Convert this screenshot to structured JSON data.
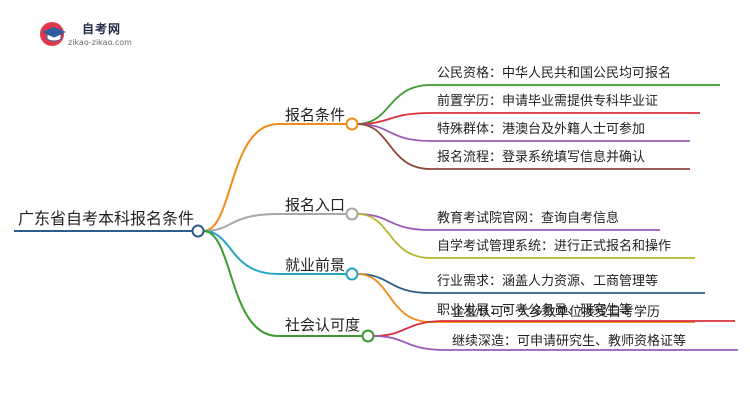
{
  "logo": {
    "site_name": "自考网",
    "url": "zikao-zikao.com"
  },
  "colors": {
    "root_line": "#2f5d8a",
    "branch_1": "#f08a1a",
    "branch_2": "#a7a7a7",
    "branch_3": "#25a6c4",
    "branch_4": "#3a9a2e",
    "logo_red": "#e0394b",
    "logo_blue": "#2d5fa0"
  },
  "diagram": {
    "root": "广东省自考本科报名条件",
    "branches": [
      {
        "label": "报名条件",
        "children": [
          "公民资格：中华人民共和国公民均可报名",
          "前置学历：申请毕业需提供专科毕业证",
          "特殊群体：港澳台及外籍人士可参加",
          "报名流程：登录系统填写信息并确认"
        ]
      },
      {
        "label": "报名入口",
        "children": [
          "教育考试院官网：查询自考信息",
          "自学考试管理系统：进行正式报名和操作"
        ]
      },
      {
        "label": "就业前景",
        "children": [
          "行业需求：涵盖人力资源、工商管理等",
          "职业发展：可考公务员、研究生等"
        ]
      },
      {
        "label": "社会认可度",
        "children": [
          "企业认可：大多数单位接受自考学历",
          "继续深造：可申请研究生、教师资格证等"
        ]
      }
    ]
  }
}
